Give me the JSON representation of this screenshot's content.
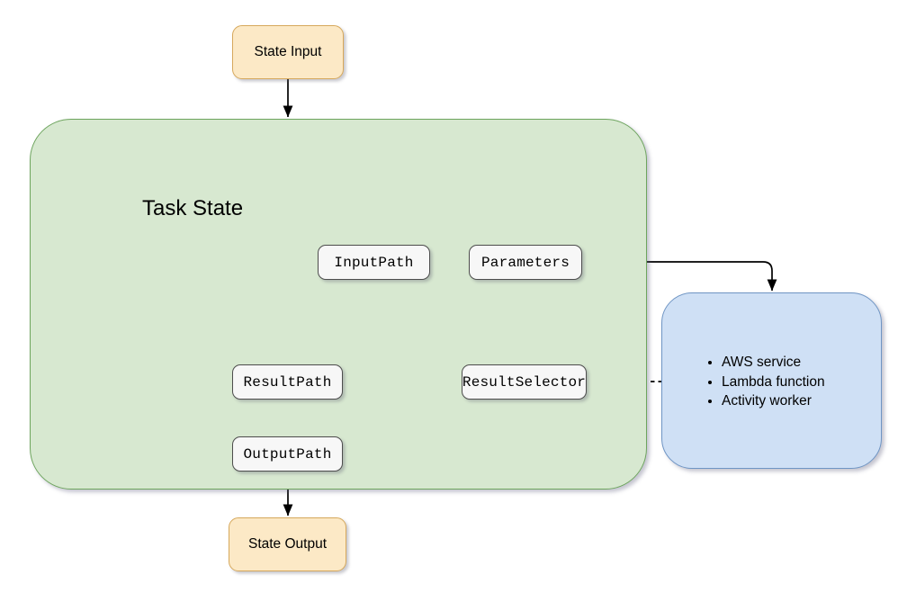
{
  "diagram": {
    "title": "Task State input/output processing",
    "colors": {
      "terminal_fill": "#fce9c6",
      "terminal_stroke": "#d6a85b",
      "task_fill": "#d7e8d0",
      "task_stroke": "#6ea55e",
      "resource_fill": "#cfe0f5",
      "resource_stroke": "#6f95c4",
      "field_fill": "#f7f7f7",
      "field_stroke": "#4d4d4d",
      "edge_stroke": "#000000",
      "canvas_background": "#ffffff"
    }
  },
  "nodes": {
    "state_input": {
      "label": "State Input"
    },
    "task_state": {
      "label": "Task State"
    },
    "input_path": {
      "label": "InputPath"
    },
    "parameters": {
      "label": "Parameters"
    },
    "result_selector": {
      "label": "ResultSelector"
    },
    "result_path": {
      "label": "ResultPath"
    },
    "output_path": {
      "label": "OutputPath"
    },
    "state_output": {
      "label": "State Output"
    },
    "resource": {
      "items": [
        "AWS service",
        "Lambda function",
        "Activity worker"
      ]
    }
  },
  "edges": [
    {
      "from": "state_input",
      "to": "task_state",
      "style": "solid",
      "arrow": true
    },
    {
      "from": "task_state_entry",
      "to": "input_path",
      "style": "solid",
      "arrow": true
    },
    {
      "from": "input_path",
      "to": "parameters",
      "style": "solid",
      "arrow": true
    },
    {
      "from": "parameters",
      "to": "resource",
      "style": "solid",
      "arrow": true
    },
    {
      "from": "resource",
      "to": "result_selector",
      "style": "dashed",
      "arrow": true
    },
    {
      "from": "result_selector",
      "to": "result_path",
      "style": "solid",
      "arrow": true
    },
    {
      "from": "task_state_entry",
      "to": "result_path",
      "style": "dashed",
      "arrow": true
    },
    {
      "from": "result_path",
      "to": "output_path",
      "style": "solid",
      "arrow": true
    },
    {
      "from": "output_path",
      "to": "state_output",
      "style": "solid",
      "arrow": true
    }
  ]
}
